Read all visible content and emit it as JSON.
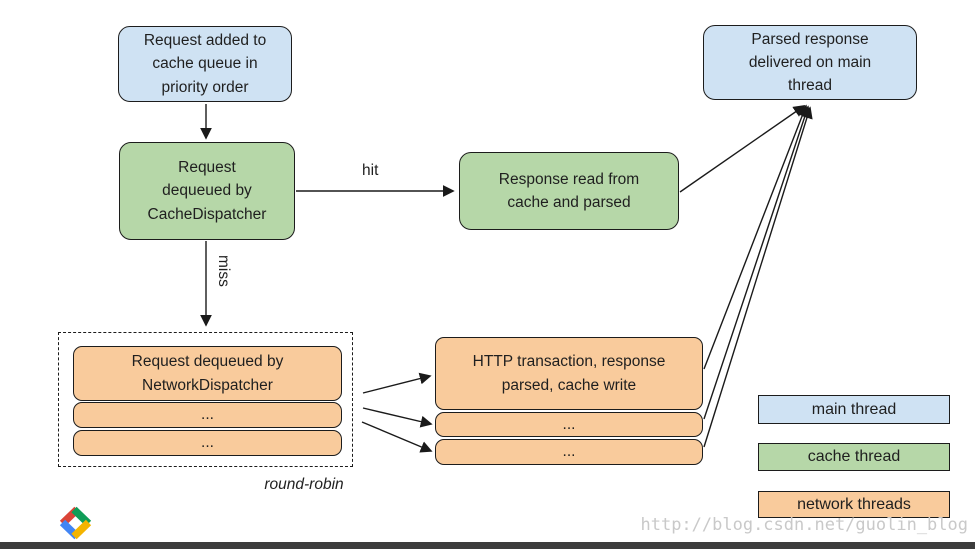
{
  "nodes": {
    "request_added": "Request added to\ncache queue in\npriority order",
    "cache_dequeue": "Request\ndequeued by\nCacheDispatcher",
    "response_read": "Response read from\ncache and parsed",
    "parsed_response": "Parsed response\ndelivered on main\nthread",
    "network_dequeue": "Request dequeued by\nNetworkDispatcher",
    "network_dequeue_more_1": "...",
    "network_dequeue_more_2": "...",
    "http_transaction": "HTTP transaction, response\nparsed, cache write",
    "http_transaction_more_1": "...",
    "http_transaction_more_2": "..."
  },
  "edge_labels": {
    "hit": "hit",
    "miss": "miss",
    "round_robin": "round-robin"
  },
  "legend": {
    "items": [
      {
        "label": "main thread",
        "color": "#cfe2f3"
      },
      {
        "label": "cache thread",
        "color": "#b6d7a8"
      },
      {
        "label": "network threads",
        "color": "#f9cb9c"
      }
    ]
  },
  "watermark": "http://blog.csdn.net/guolin_blog",
  "colors": {
    "main_thread_fill": "#cfe2f3",
    "cache_thread_fill": "#b6d7a8",
    "network_thread_fill": "#f9cb9c",
    "box_border": "#1c1c1c",
    "arrow": "#1a1a1a",
    "bottom_bar": "#3c3c3c",
    "watermark_text": "#c9c9c9"
  },
  "logo": {
    "name": "google-developers-logo",
    "red": "#db4437",
    "blue": "#4285f4",
    "green": "#0f9d58",
    "yellow": "#f4b400"
  }
}
